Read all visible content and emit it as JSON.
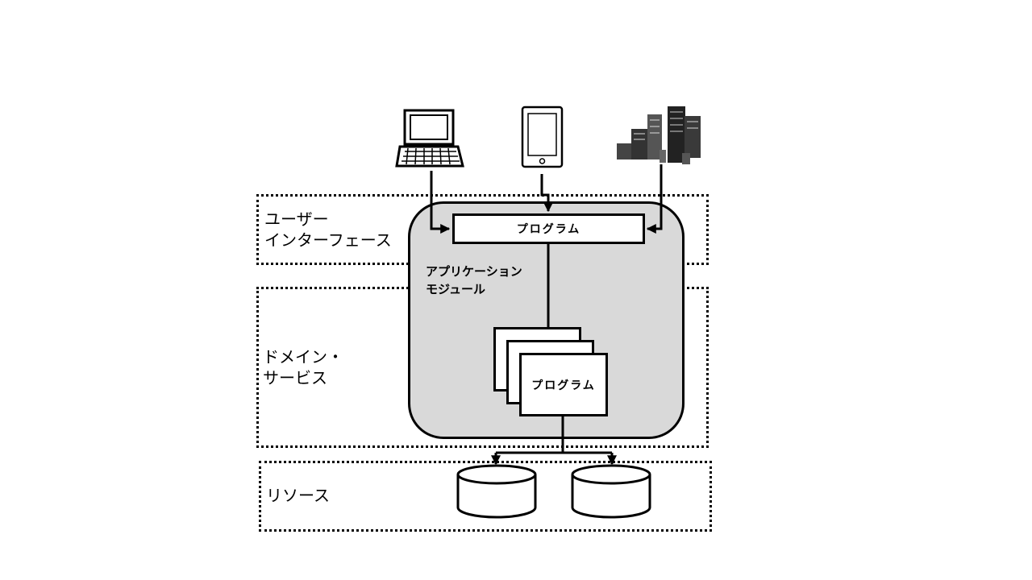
{
  "layers": {
    "ui_label_line1": "ユーザー",
    "ui_label_line2": "インターフェース",
    "domain_label_line1": "ドメイン・",
    "domain_label_line2": "サービス",
    "resource_label": "リソース"
  },
  "module": {
    "label_line1": "アプリケーション",
    "label_line2": "モジュール"
  },
  "programs": {
    "top_label": "プログラム",
    "bottom_label": "プログラム"
  },
  "devices": [
    "laptop-icon",
    "tablet-icon",
    "server-rack-icon"
  ],
  "databases": [
    "database-icon",
    "database-icon"
  ],
  "colors": {
    "module_fill": "#d9d9d9",
    "line": "#000000",
    "background": "#ffffff"
  }
}
